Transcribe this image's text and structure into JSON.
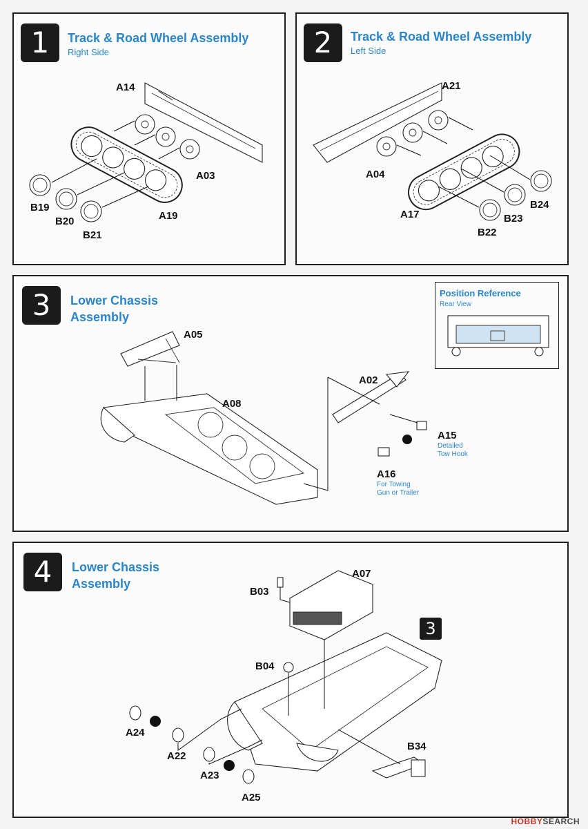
{
  "steps": [
    {
      "number": "1",
      "title": "Track & Road Wheel Assembly",
      "subtitle": "Right Side",
      "parts": [
        "A14",
        "A03",
        "A19",
        "B19",
        "B20",
        "B21"
      ]
    },
    {
      "number": "2",
      "title": "Track & Road Wheel Assembly",
      "subtitle": "Left Side",
      "parts": [
        "A21",
        "A04",
        "A17",
        "B24",
        "B23",
        "B22"
      ]
    },
    {
      "number": "3",
      "title_line1": "Lower Chassis",
      "title_line2": "Assembly",
      "parts": [
        "A05",
        "A08",
        "A02",
        "A15",
        "A16"
      ],
      "notes": {
        "a15": [
          "Detailed",
          "Tow Hook"
        ],
        "a16": [
          "For Towing",
          "Gun or Trailer"
        ]
      },
      "reference": {
        "title": "Position Reference",
        "subtitle": "Rear View"
      }
    },
    {
      "number": "4",
      "title_line1": "Lower Chassis",
      "title_line2": "Assembly",
      "parts": [
        "A07",
        "B03",
        "B04",
        "A24",
        "A22",
        "A23",
        "A25",
        "B34"
      ],
      "badge": "3"
    }
  ],
  "watermark": {
    "brand": "HOBBY",
    "rest": "SEARCH"
  },
  "colors": {
    "accent": "#2a86c8",
    "step_box": "#1b1b1b",
    "ref_fill": "#cfe3f3"
  }
}
